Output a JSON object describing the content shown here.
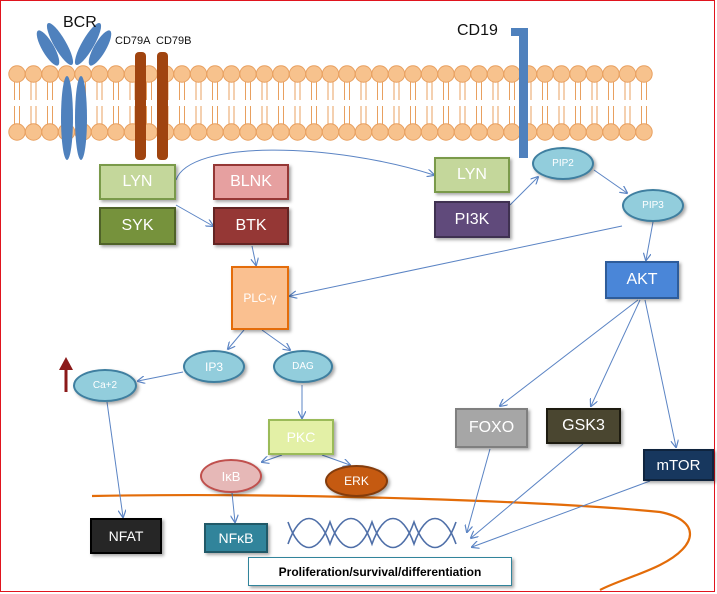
{
  "membrane_labels": {
    "bcr": "BCR",
    "cd79a": "CD79A",
    "cd79b": "CD79B",
    "cd19": "CD19"
  },
  "nodes": {
    "lyn_left": "LYN",
    "syk": "SYK",
    "blnk": "BLNK",
    "btk": "BTK",
    "lyn_right": "LYN",
    "pi3k": "PI3K",
    "pip2": "PIP2",
    "pip3": "PIP3",
    "akt": "AKT",
    "plc": "PLC-γ",
    "ip3": "IP3",
    "dag": "DAG",
    "ca": "Ca+2",
    "pkc": "PKC",
    "ikb": "IκB",
    "erk": "ERK",
    "nfat": "NFAT",
    "nfkb": "NFκB",
    "foxo": "FOXO",
    "gsk3": "GSK3",
    "mtor": "mTOR",
    "outcome": "Proliferation/survival/differentiation"
  },
  "colors": {
    "frame": "#e0141e",
    "lipid_head": "#f7c28d",
    "lipid_edge": "#e8a060",
    "receptor_blue": "#4f81bd",
    "cd79": "#a0440f",
    "arrow": "#5b84c4",
    "lyn": "#c4d79b",
    "syk": "#76923c",
    "blnk": "#e6a0a0",
    "btk": "#953735",
    "pi3k": "#604a7b",
    "light_blue": "#92cddc",
    "akt": "#4a86d8",
    "plc": "#fac090",
    "pkc": "#e3f0a6",
    "ikb": "#e6b8b7",
    "erk": "#c55a11",
    "nfat": "#262626",
    "nfkb": "#31849b",
    "foxo": "#a6a6a6",
    "gsk3": "#4a4630",
    "mtor": "#17375e",
    "nucleus": "#e36c09",
    "dna": "#4f6fa8",
    "up_arrow": "#8b1a1a"
  }
}
